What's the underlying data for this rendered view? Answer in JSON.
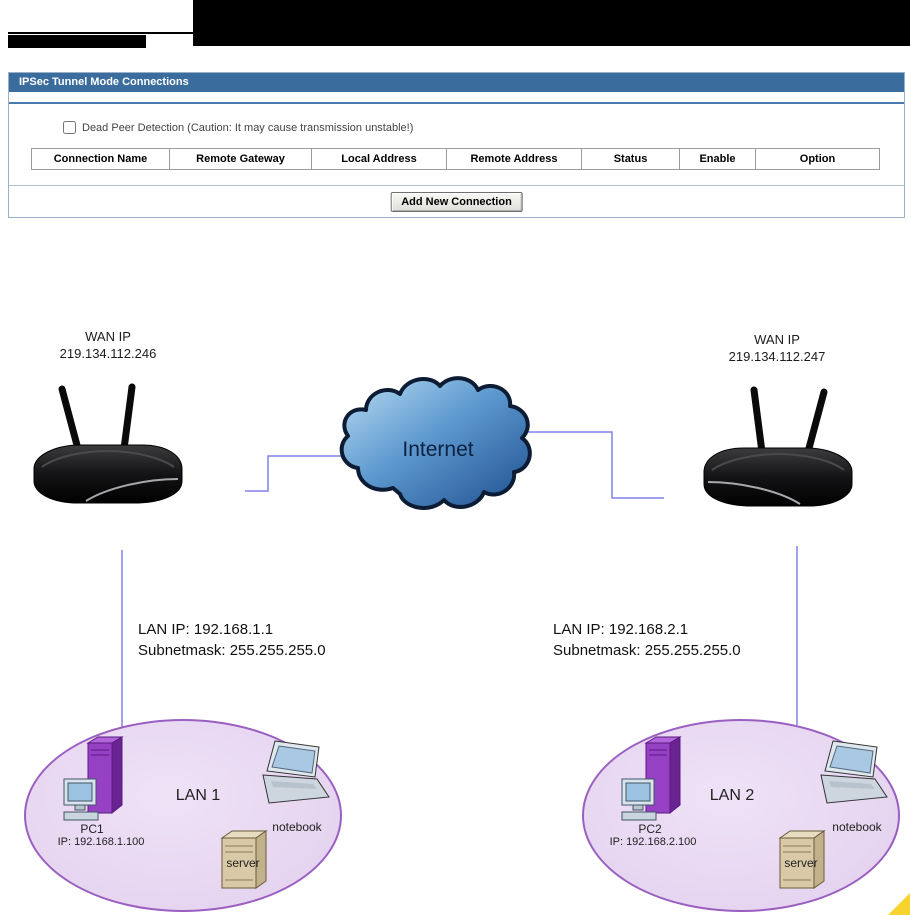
{
  "panel": {
    "title": "IPSec Tunnel Mode Connections",
    "dpd_label": "Dead Peer Detection (Caution: It may cause transmission unstable!)",
    "dpd_checked": false,
    "table_headers": [
      "Connection Name",
      "Remote Gateway",
      "Local Address",
      "Remote Address",
      "Status",
      "Enable",
      "Option"
    ],
    "add_button": "Add New Connection"
  },
  "diagram": {
    "wan_left": {
      "title": "WAN IP",
      "ip": "219.134.112.246"
    },
    "wan_right": {
      "title": "WAN IP",
      "ip": "219.134.112.247"
    },
    "internet_label": "Internet",
    "lan_left": {
      "ip": "LAN IP: 192.168.1.1",
      "subnet": "Subnetmask: 255.255.255.0"
    },
    "lan_right": {
      "ip": "LAN IP: 192.168.2.1",
      "subnet": "Subnetmask: 255.255.255.0"
    },
    "lan1": {
      "name": "LAN 1",
      "pc": "PC1",
      "pc_ip": "IP: 192.168.1.100",
      "server": "server",
      "notebook": "notebook"
    },
    "lan2": {
      "name": "LAN 2",
      "pc": "PC2",
      "pc_ip": "IP: 192.168.2.100",
      "server": "server",
      "notebook": "notebook"
    }
  },
  "colors": {
    "panel_header_bg": "#3a6d9e",
    "panel_border": "#9ab0c6",
    "connector_line": "#8080e8",
    "ellipse_fill": "#e8d9f2",
    "ellipse_border": "#9a5fc0",
    "cloud_stroke": "#0c1c34",
    "corner_highlight": "#f6d32d"
  }
}
